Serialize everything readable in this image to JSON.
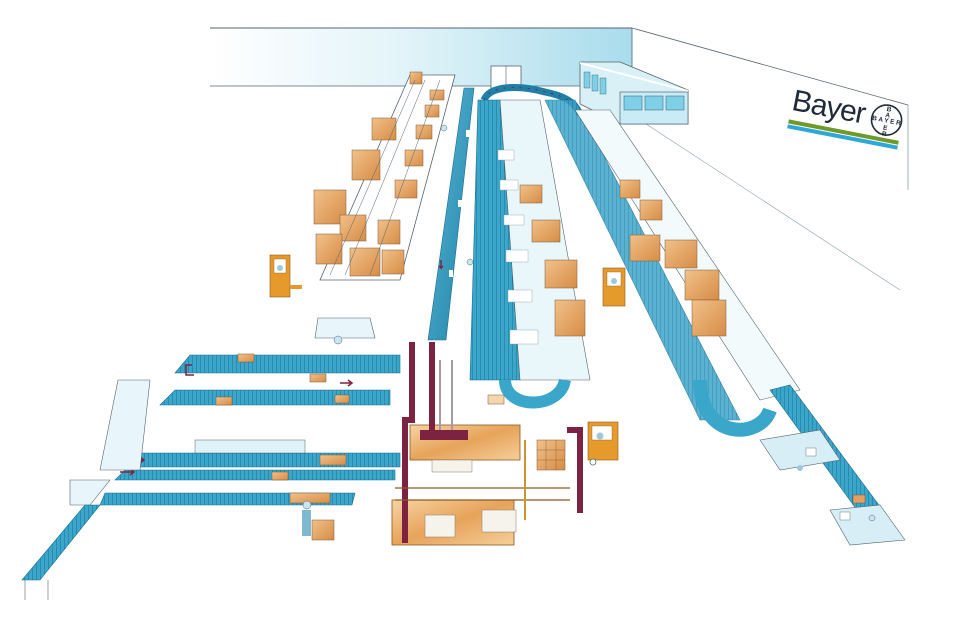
{
  "figure": {
    "type": "isometric illustration",
    "subject": "Automated warehouse / distribution center with conveyor systems, racking, palletizer and forklifts"
  },
  "branding": {
    "wordmark": "Bayer",
    "seal_horizontal": "BAYER",
    "seal_vertical": [
      "B",
      "A",
      "Y",
      "E",
      "R"
    ],
    "stripe_colors": [
      "#6f9a2a",
      "#2fa8d8"
    ]
  },
  "colors": {
    "conveyor_blue": "#3aa6c9",
    "conveyor_dark": "#1f7fa6",
    "wall_blue": "#bfe6f2",
    "carton_orange": "#e2a060",
    "carton_light": "#f4d6ae",
    "frame_maroon": "#7b2340",
    "forklift_orange": "#e69a2b",
    "line_gray": "#55656f"
  },
  "zones": [
    {
      "name": "rack-storage-left"
    },
    {
      "name": "conveyor-spine"
    },
    {
      "name": "flow-rack-center"
    },
    {
      "name": "flow-rack-right"
    },
    {
      "name": "office-booth"
    },
    {
      "name": "packing-conveyors-left"
    },
    {
      "name": "palletizer-center"
    },
    {
      "name": "workstation-right"
    }
  ]
}
